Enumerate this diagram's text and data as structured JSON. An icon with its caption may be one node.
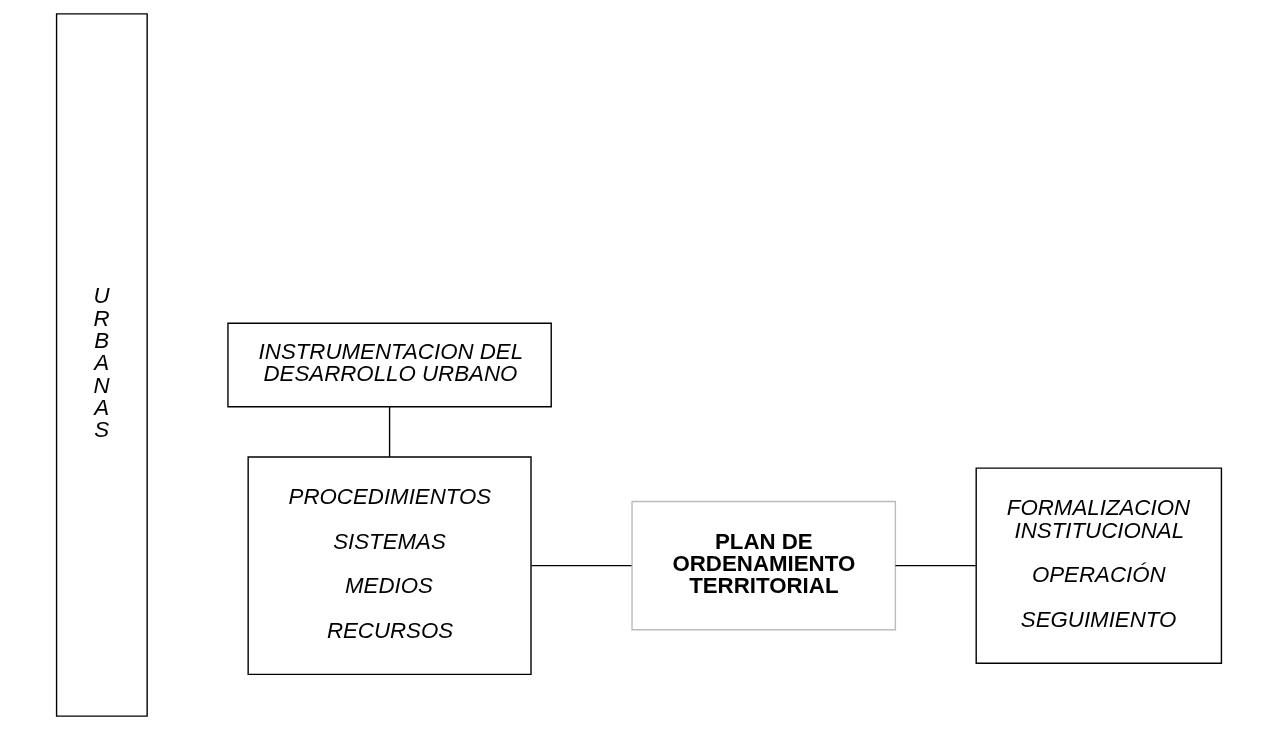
{
  "diagram": {
    "nodes": [
      {
        "text": [
          "U R B A N A S"
        ]
      },
      {
        "text": [
          "INSTRUMENTACION DEL DESARROLLO URBANO"
        ]
      },
      {
        "text": [
          "PROCEDIMIENTOS",
          "SISTEMAS",
          "MEDIOS",
          "RECURSOS"
        ]
      },
      {
        "text": [
          "PLAN DE ORDENAMIENTO TERRITORIAL"
        ]
      },
      {
        "text": [
          "FORMALIZACION INSTITUCIONAL",
          "OPERACIÓN",
          "SEGUIMIENTO"
        ]
      }
    ],
    "edges": [
      {
        "from": 1,
        "to": 2,
        "arrow": "none"
      },
      {
        "from": 2,
        "to": 3,
        "arrow": "none"
      },
      {
        "from": 3,
        "to": 4,
        "arrow": "none"
      }
    ]
  }
}
